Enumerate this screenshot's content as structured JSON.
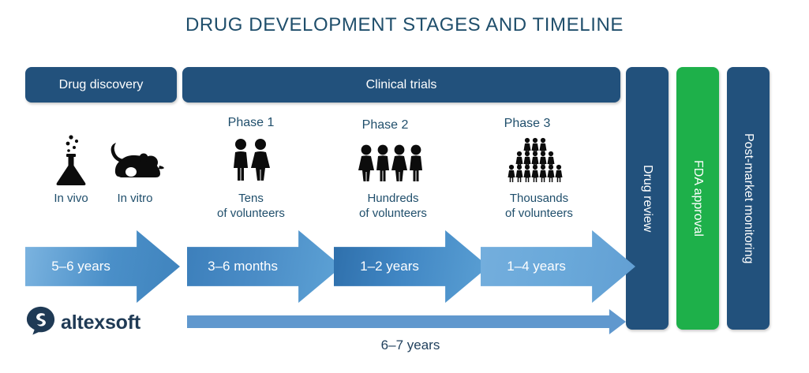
{
  "title": "DRUG DEVELOPMENT STAGES AND TIMELINE",
  "colors": {
    "dark_blue": "#22517c",
    "green": "#1eb04a",
    "text_navy": "#1f4e6b",
    "arrow_blue": "#6098ce",
    "background": "#ffffff"
  },
  "stage_bars": [
    {
      "label": "Drug discovery",
      "orientation": "horizontal",
      "color": "#22517c"
    },
    {
      "label": "Clinical trials",
      "orientation": "horizontal",
      "color": "#22517c"
    },
    {
      "label": "Drug review",
      "orientation": "vertical",
      "color": "#22517c"
    },
    {
      "label": "FDA approval",
      "orientation": "vertical",
      "color": "#1eb04a"
    },
    {
      "label": "Post-market monitoring",
      "orientation": "vertical",
      "color": "#22517c"
    }
  ],
  "discovery": {
    "icons": [
      {
        "name": "flask-icon",
        "label": "In vivo"
      },
      {
        "name": "mouse-icon",
        "label": "In vitro"
      }
    ]
  },
  "phases": [
    {
      "title": "Phase 1",
      "icon": "two-people-icon",
      "figures": 2,
      "caption_line1": "Tens",
      "caption_line2": "of volunteers"
    },
    {
      "title": "Phase 2",
      "icon": "four-people-icon",
      "figures": 4,
      "caption_line1": "Hundreds",
      "caption_line2": "of volunteers"
    },
    {
      "title": "Phase 3",
      "icon": "people-pyramid-icon",
      "figures": 15,
      "rows": [
        3,
        5,
        7
      ],
      "caption_line1": "Thousands",
      "caption_line2": "of volunteers"
    }
  ],
  "duration_arrows": [
    {
      "label": "5–6 years",
      "stage": "Drug discovery"
    },
    {
      "label": "3–6 months",
      "stage": "Phase 1"
    },
    {
      "label": "1–2 years",
      "stage": "Phase 2"
    },
    {
      "label": "1–4 years",
      "stage": "Phase 3"
    }
  ],
  "total_timeline": {
    "label": "6–7 years"
  },
  "logo": {
    "name": "altexsoft-logo",
    "text": "altexsoft"
  }
}
